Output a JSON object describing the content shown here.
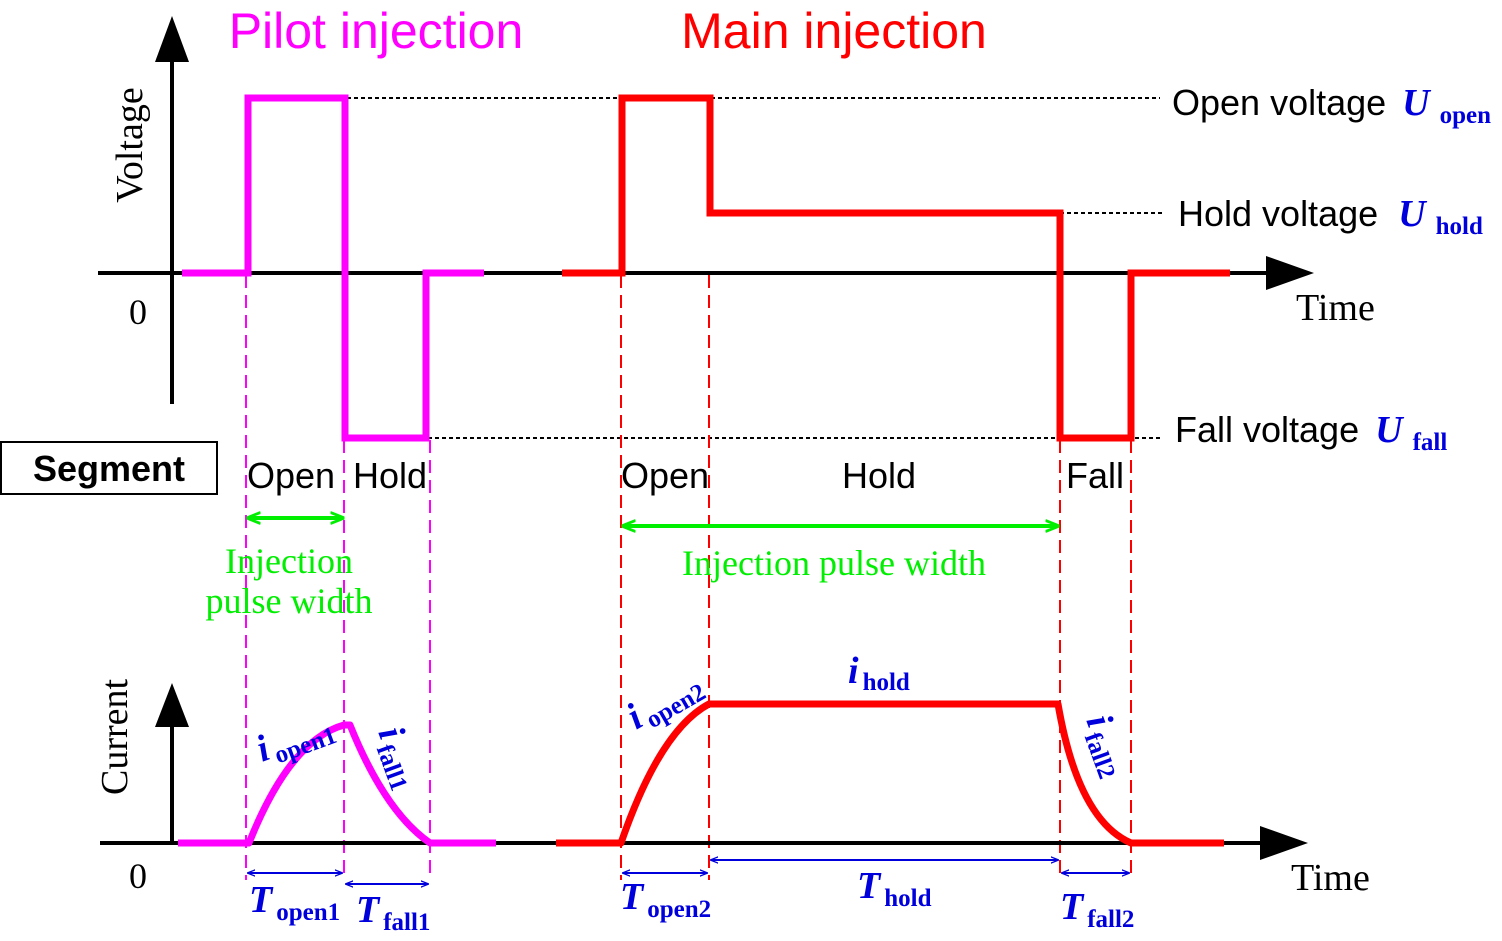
{
  "titles": {
    "pilot": "Pilot injection",
    "main": "Main injection"
  },
  "axes": {
    "voltage_label": "Voltage",
    "current_label": "Current",
    "time_label": "Time",
    "zero_label": "0"
  },
  "voltage_levels": {
    "open": {
      "label": "Open voltage",
      "symbol": "U",
      "sub": "open"
    },
    "hold": {
      "label": "Hold voltage",
      "symbol": "U",
      "sub": "hold"
    },
    "fall": {
      "label": "Fall voltage",
      "symbol": "U",
      "sub": "fall"
    }
  },
  "segment": {
    "box_label": "Segment",
    "pilot": {
      "open": "Open",
      "hold": "Hold"
    },
    "main": {
      "open": "Open",
      "hold": "Hold",
      "fall": "Fall"
    }
  },
  "pulse_width": {
    "pilot_line1": "Injection",
    "pilot_line2": "pulse width",
    "main": "Injection pulse width"
  },
  "currents": {
    "i_open1": {
      "symbol": "i",
      "sub": "open1"
    },
    "i_fall1": {
      "symbol": "i",
      "sub": "fall1"
    },
    "i_open2": {
      "symbol": "i",
      "sub": "open2"
    },
    "i_hold": {
      "symbol": "i",
      "sub": "hold"
    },
    "i_fall2": {
      "symbol": "i",
      "sub": "fall2"
    }
  },
  "durations": {
    "t_open1": {
      "symbol": "T",
      "sub": "open1"
    },
    "t_fall1": {
      "symbol": "T",
      "sub": "fall1"
    },
    "t_open2": {
      "symbol": "T",
      "sub": "open2"
    },
    "t_hold": {
      "symbol": "T",
      "sub": "hold"
    },
    "t_fall2": {
      "symbol": "T",
      "sub": "fall2"
    }
  },
  "colors": {
    "pilot": "#ff00ff",
    "main": "#ff0000",
    "pulse_width": "#00ee00",
    "symbol": "#0000dd",
    "axis": "#000000"
  }
}
